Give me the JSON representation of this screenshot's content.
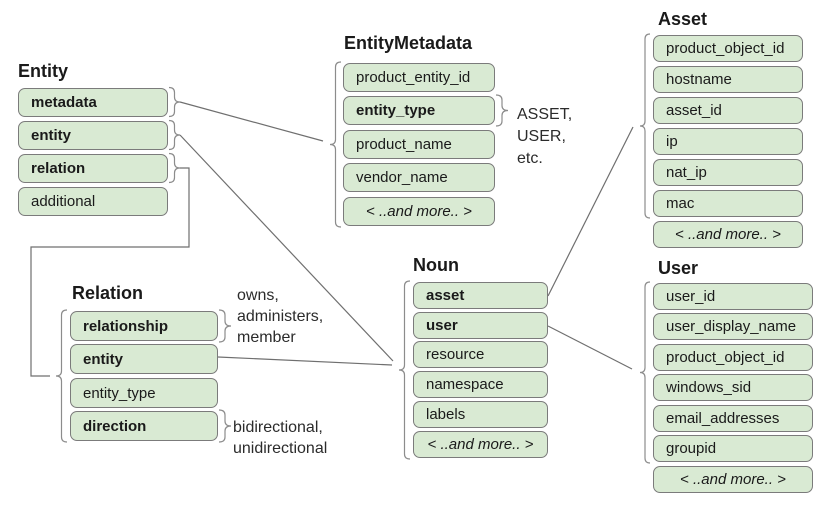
{
  "colors": {
    "box_fill": "#d9ead3",
    "box_border": "#7b7b7b",
    "connector": "#6f6f6f",
    "text": "#1a1a1a",
    "background": "#ffffff"
  },
  "tables": [
    {
      "title": "Entity",
      "fields": [
        {
          "label": "metadata",
          "bold": true
        },
        {
          "label": "entity",
          "bold": true
        },
        {
          "label": "relation",
          "bold": true
        },
        {
          "label": "additional",
          "bold": false
        }
      ]
    },
    {
      "title": "EntityMetadata",
      "fields": [
        {
          "label": "product_entity_id",
          "bold": false
        },
        {
          "label": "entity_type",
          "bold": true
        },
        {
          "label": "product_name",
          "bold": false
        },
        {
          "label": "vendor_name",
          "bold": false
        },
        {
          "label": "< ..and more.. >",
          "bold": false
        }
      ]
    },
    {
      "title": "Relation",
      "fields": [
        {
          "label": "relationship",
          "bold": true
        },
        {
          "label": "entity",
          "bold": true
        },
        {
          "label": "entity_type",
          "bold": false
        },
        {
          "label": "direction",
          "bold": true
        }
      ]
    },
    {
      "title": "Noun",
      "fields": [
        {
          "label": "asset",
          "bold": true
        },
        {
          "label": "user",
          "bold": true
        },
        {
          "label": "resource",
          "bold": false
        },
        {
          "label": "namespace",
          "bold": false
        },
        {
          "label": "labels",
          "bold": false
        },
        {
          "label": "< ..and more.. >",
          "bold": false
        }
      ]
    },
    {
      "title": "Asset",
      "fields": [
        {
          "label": "product_object_id",
          "bold": false
        },
        {
          "label": "hostname",
          "bold": false
        },
        {
          "label": "asset_id",
          "bold": false
        },
        {
          "label": "ip",
          "bold": false
        },
        {
          "label": "nat_ip",
          "bold": false
        },
        {
          "label": "mac",
          "bold": false
        },
        {
          "label": "< ..and more.. >",
          "bold": false
        }
      ]
    },
    {
      "title": "User",
      "fields": [
        {
          "label": "user_id",
          "bold": false
        },
        {
          "label": "user_display_name",
          "bold": false
        },
        {
          "label": "product_object_id",
          "bold": false
        },
        {
          "label": "windows_sid",
          "bold": false
        },
        {
          "label": "email_addresses",
          "bold": false
        },
        {
          "label": "groupid",
          "bold": false
        },
        {
          "label": "< ..and more.. >",
          "bold": false
        }
      ]
    }
  ],
  "annotations": [
    {
      "text": "ASSET,\nUSER,\netc."
    },
    {
      "text": "owns,\nadministers,\nmember"
    },
    {
      "text": "bidirectional,\nunidirectional"
    }
  ]
}
